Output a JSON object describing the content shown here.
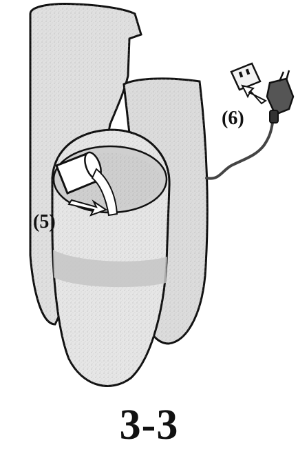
{
  "figure": {
    "label": "3-3",
    "callouts": [
      {
        "id": "step-5",
        "text": "(5)"
      },
      {
        "id": "step-6",
        "text": "(6)"
      }
    ],
    "colors": {
      "stone_light": "#e6e6e6",
      "stone_mid": "#d4d4d4",
      "stone_band": "#c4c4c4",
      "outline": "#111111",
      "cable": "#444444",
      "water": "#ffffff"
    }
  }
}
